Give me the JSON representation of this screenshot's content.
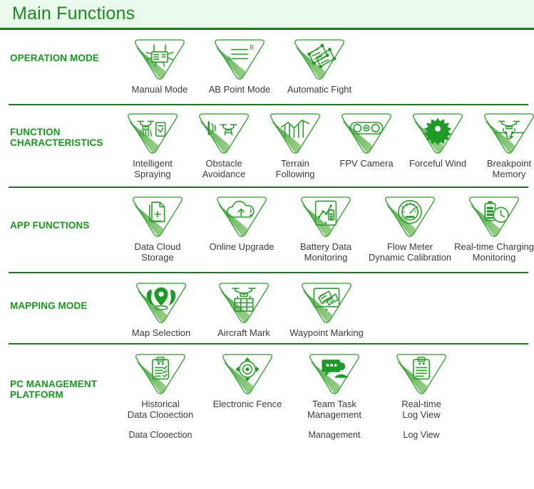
{
  "header": {
    "title": "Main Functions"
  },
  "colors": {
    "header_bg": "#e9f9ea",
    "brand_green": "#1b8a1e",
    "category_green": "#159b1c",
    "rule_green": "#1c7a1e",
    "icon_stroke": "#2aa02a",
    "icon_fill": "#1e9b26",
    "label_text": "#3c3c3c"
  },
  "sections": [
    {
      "id": "operation",
      "category": "OPERATION\nMODE",
      "items": [
        {
          "label": "Manual Mode",
          "icon": "remote-controller-icon"
        },
        {
          "label": "AB Point Mode",
          "icon": "ab-lines-icon"
        },
        {
          "label": "Automatic Fight",
          "icon": "waypoint-route-icon"
        }
      ]
    },
    {
      "id": "function",
      "category": "FUNCTION\nCHARACTERISTICS",
      "items": [
        {
          "label": "Intelligent\nSpraying",
          "icon": "spraying-drone-icon"
        },
        {
          "label": "Obstacle\nAvoidance",
          "icon": "radar-drone-icon"
        },
        {
          "label": "Terrain\nFollowing",
          "icon": "terrain-profile-icon"
        },
        {
          "label": "FPV Camera",
          "icon": "fpv-camera-icon"
        },
        {
          "label": "Forceful Wind",
          "icon": "fan-gear-icon"
        },
        {
          "label": "Breakpoint\nMemory",
          "icon": "breakpoint-drone-icon"
        }
      ]
    },
    {
      "id": "app",
      "category": "APP FUNCTIONS",
      "items": [
        {
          "label": "Data Cloud\nStorage",
          "icon": "document-plus-icon"
        },
        {
          "label": "Online Upgrade",
          "icon": "cloud-upload-icon"
        },
        {
          "label": "Battery Data\nMonitoring",
          "icon": "tablet-battery-chart-icon"
        },
        {
          "label": "Flow Meter\nDynamic Calibration",
          "icon": "gauge-meter-icon"
        },
        {
          "label": "Real-time Charging\nMonitoring",
          "icon": "battery-clock-icon"
        }
      ]
    },
    {
      "id": "mapping",
      "category": "MAPPING MODE",
      "items": [
        {
          "label": "Map Selection",
          "icon": "map-pin-icon"
        },
        {
          "label": "Aircraft Mark",
          "icon": "drone-grid-icon"
        },
        {
          "label": "Waypoint Marking",
          "icon": "screen-route-icon"
        }
      ]
    },
    {
      "id": "pc",
      "category": "PC MANAGEMENT\nPLATFORM",
      "items": [
        {
          "label": "Historical\nData Clooection",
          "sublabel": "Data Clooection",
          "icon": "clipboard-check-icon"
        },
        {
          "label": "Electronic Fence",
          "sublabel": "",
          "icon": "crosshair-target-icon"
        },
        {
          "label": "Team Task\nManagement",
          "sublabel": "Management",
          "icon": "team-chat-icon"
        },
        {
          "label": "Real-time\nLog View",
          "sublabel": "Log View",
          "icon": "clipboard-lines-icon"
        }
      ]
    }
  ]
}
